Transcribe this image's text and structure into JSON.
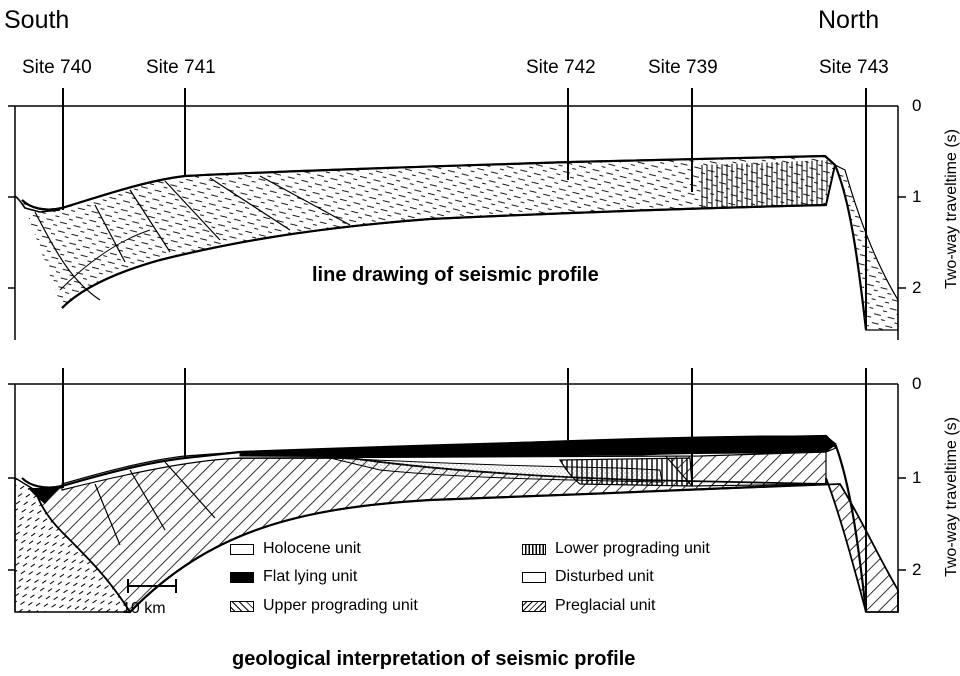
{
  "directions": {
    "south": "South",
    "north": "North"
  },
  "sites": [
    "Site 740",
    "Site 741",
    "Site 742",
    "Site 739",
    "Site 743"
  ],
  "axis": {
    "title": "Two-way traveltime (s)",
    "ticks_top": [
      "0",
      "1",
      "2"
    ],
    "ticks_bottom": [
      "0",
      "1",
      "2"
    ]
  },
  "panels": {
    "top_caption": "line drawing of seismic profile",
    "bottom_caption": "geological interpretation of seismic profile"
  },
  "scale_bar": "10 km",
  "legend": [
    {
      "label": "Holocene unit",
      "pattern": "blank"
    },
    {
      "label": "Flat lying unit",
      "pattern": "solid-black"
    },
    {
      "label": "Upper prograding unit",
      "pattern": "diagonal-hatch"
    },
    {
      "label": "Lower prograding unit",
      "pattern": "vertical-hatch"
    },
    {
      "label": "Disturbed unit",
      "pattern": "blank"
    },
    {
      "label": "Preglacial unit",
      "pattern": "dashed-diagonal"
    }
  ],
  "colors": {
    "ink": "#000000",
    "paper": "#ffffff",
    "stipple": "#888888"
  }
}
